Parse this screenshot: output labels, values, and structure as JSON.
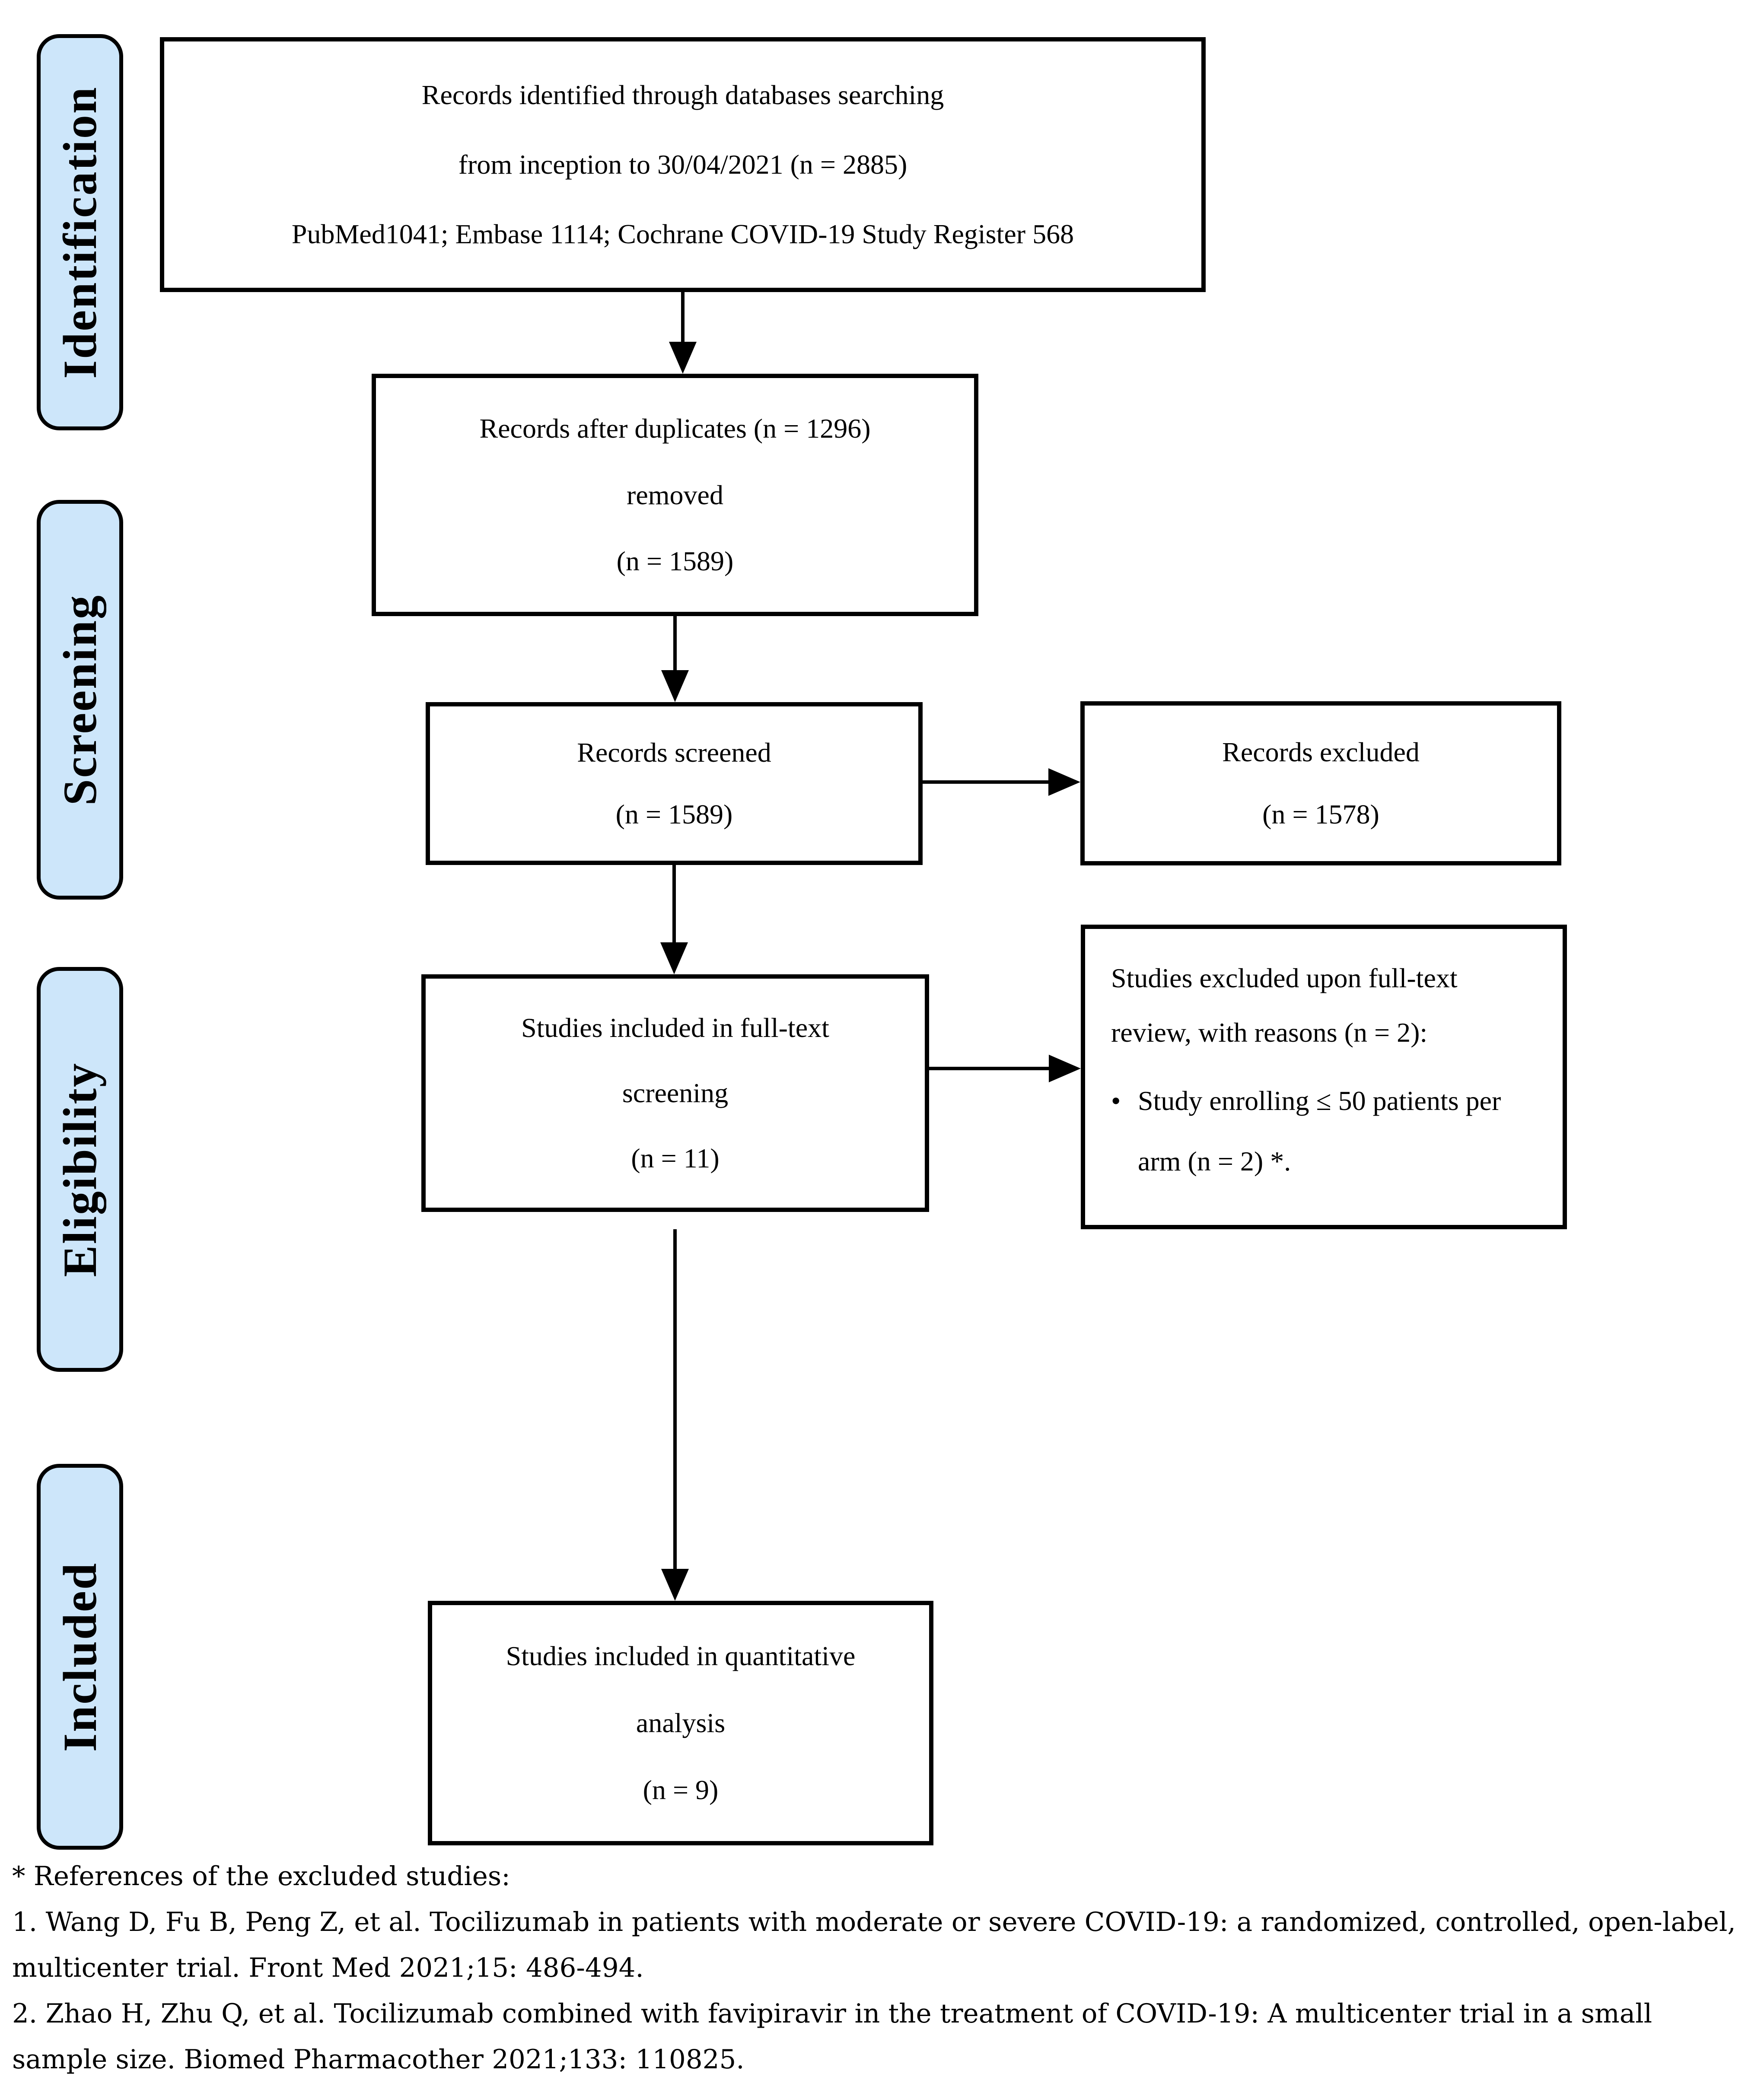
{
  "colors": {
    "stage_fill": "#cde6fa",
    "line": "#000000",
    "box_bg": "#ffffff"
  },
  "stages": [
    {
      "label": "Identification"
    },
    {
      "label": "Screening"
    },
    {
      "label": "Eligibility"
    },
    {
      "label": "Included"
    }
  ],
  "boxes": {
    "identified": {
      "lines": [
        "Records identified through databases searching",
        "from inception to 30/04/2021 (n = 2885)",
        "PubMed1041; Embase 1114; Cochrane COVID-19 Study Register 568"
      ]
    },
    "duplicates": {
      "lines": [
        "Records after duplicates (n = 1296)",
        "removed",
        "(n = 1589)"
      ]
    },
    "screened": {
      "lines": [
        "Records screened",
        "(n = 1589)"
      ]
    },
    "excluded": {
      "lines": [
        "Records excluded",
        "(n = 1578)"
      ]
    },
    "fulltext": {
      "lines": [
        "Studies included in full-text",
        "screening",
        "(n = 11)"
      ]
    },
    "fulltext_excluded": {
      "lines": [
        "Studies excluded upon full-text",
        "review, with reasons (n = 2):"
      ],
      "bullet_glyph": "•",
      "bullet_text": "Study enrolling ≤ 50 patients per arm (n = 2) *."
    },
    "quantitative": {
      "lines": [
        "Studies included in quantitative",
        "analysis",
        "(n = 9)"
      ]
    }
  },
  "footnotes": {
    "header": "* References of the excluded studies:",
    "ref1": "1. Wang D, Fu B, Peng Z, et al. Tocilizumab in patients with moderate or severe COVID-19: a randomized, controlled, open-label, multicenter trial. Front Med 2021;15: 486-494.",
    "ref2": "2. Zhao H, Zhu Q, et al. Tocilizumab combined with favipiravir in the treatment of COVID-19: A multicenter trial in a small sample size. Biomed Pharmacother 2021;133: 110825."
  }
}
